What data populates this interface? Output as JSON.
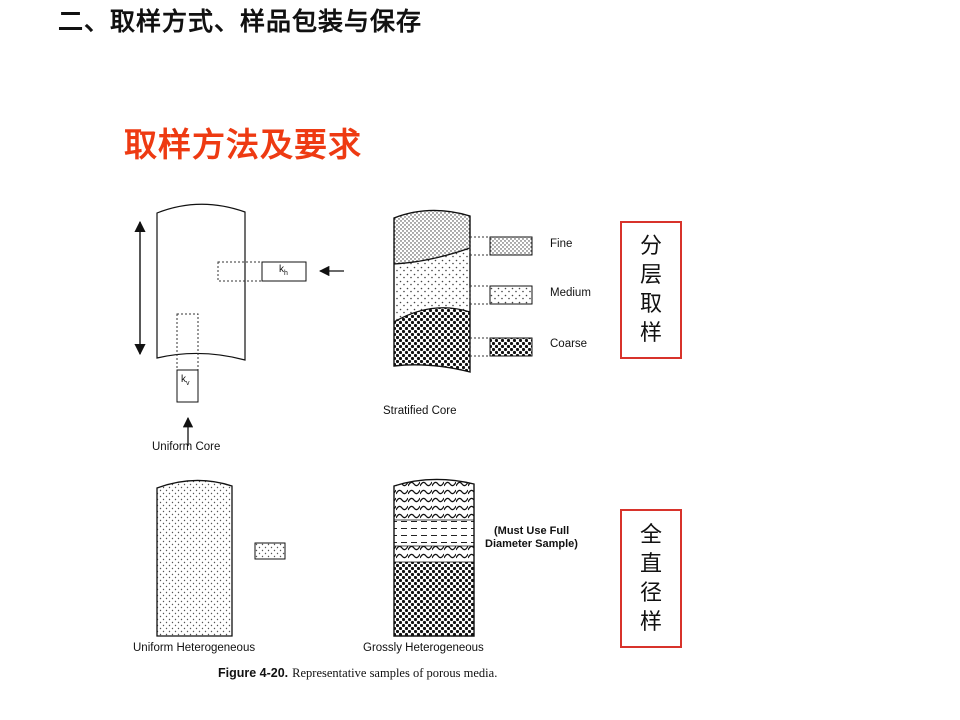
{
  "slide": {
    "heading": "二、取样方式、样品包装与保存",
    "subheading": "取样方法及要求"
  },
  "diagram": {
    "k_h": {
      "base": "k",
      "sub": "h"
    },
    "k_v": {
      "base": "k",
      "sub": "v"
    },
    "uniform_core_label": "Uniform Core",
    "stratified_core_label": "Stratified Core",
    "layers": {
      "fine": "Fine",
      "medium": "Medium",
      "coarse": "Coarse"
    },
    "uniform_heterogeneous_label": "Uniform Heterogeneous",
    "grossly_heterogeneous_label": "Grossly Heterogeneous",
    "full_diameter_note_line1": "(Must Use Full",
    "full_diameter_note_line2": "Diameter Sample)",
    "caption_figure": "Figure 4-20.",
    "caption_text": "Representative samples of porous media."
  },
  "callouts": {
    "layered": [
      "分",
      "层",
      "取",
      "样"
    ],
    "full_diameter": [
      "全",
      "直",
      "径",
      "样"
    ],
    "border_color": "#d8332b"
  },
  "colors": {
    "subheading": "#ee3a12"
  }
}
